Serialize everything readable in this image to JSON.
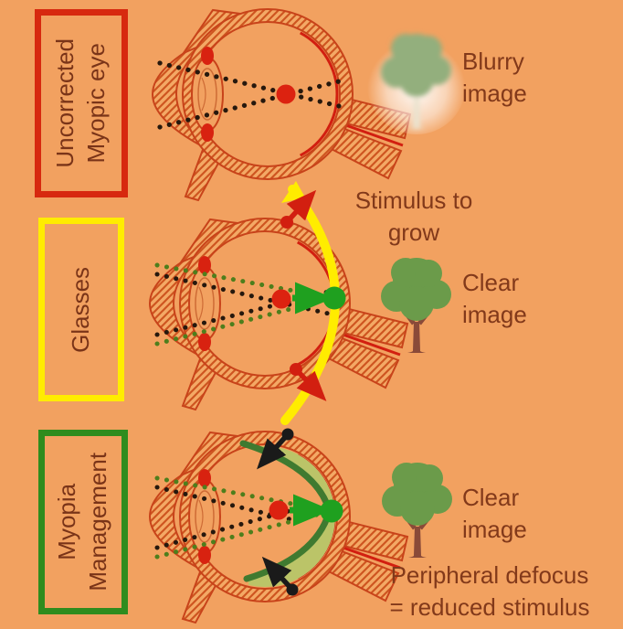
{
  "background_color": "#F2A160",
  "rows": [
    {
      "label": "Uncorrected\nMyopic eye",
      "box_border_color": "#D7290F",
      "caption": "Blurry\nimage",
      "tree_icon": "blurry-tree-icon",
      "focus": "light focuses in front of retina"
    },
    {
      "label": "Glasses",
      "box_border_color": "#FFEC00",
      "stimulus_note": "Stimulus to\ngrow",
      "caption": "Clear\nimage",
      "tree_icon": "clear-tree-icon"
    },
    {
      "label": "Myopia\nManagement",
      "box_border_color": "#2F8C1E",
      "caption": "Clear\nimage",
      "footnote": "Peripheral defocus\n= reduced stimulus",
      "tree_icon": "clear-tree-icon"
    }
  ],
  "colors": {
    "text": "#82391A",
    "eye_outline": "#C8431A",
    "eye_hatch": "#CE5520",
    "retina_red": "#D21F10",
    "focal_dot_red": "#DC2210",
    "ray_black": "#26180D",
    "ray_green": "#4E7E1C",
    "arrow_green": "#1FA01F",
    "growth_arc_yellow": "#FFEC00",
    "defocus_zone_olive": "#BBC468",
    "defocus_curve_green": "#3F7A30",
    "tree_canopy_green": "#6B9B4A",
    "tree_trunk_brown": "#8A4A38",
    "blurry_canopy_green": "#93AF7D",
    "arrow_black": "#1A1A1A"
  }
}
